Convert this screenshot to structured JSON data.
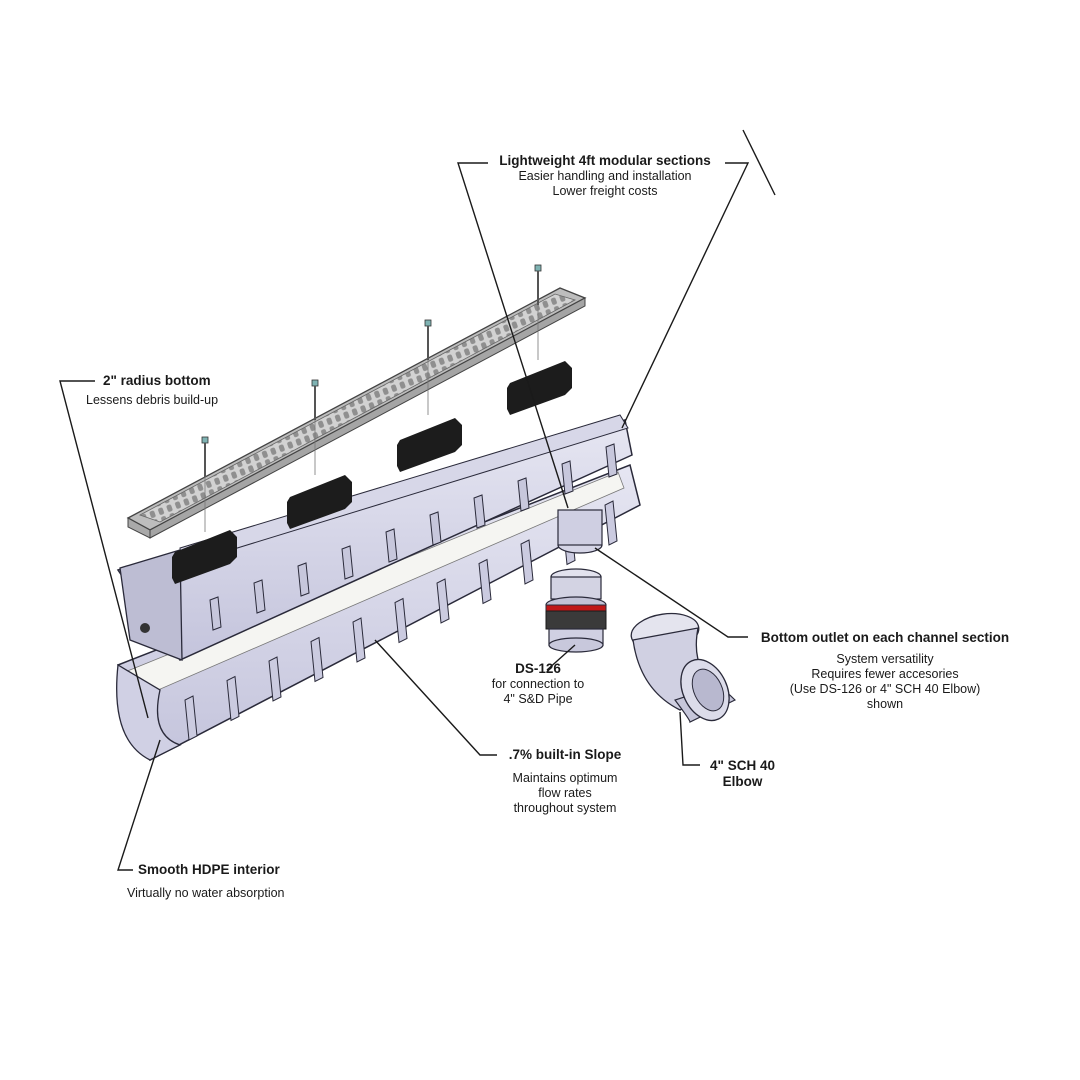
{
  "colors": {
    "channel_fill": "#d9d9ea",
    "channel_stroke": "#2a2a3a",
    "grate_fill": "#cfcfcf",
    "grate_slot": "#8f8f8f",
    "bracket": "#1c1c1c",
    "line": "#1a1a1a"
  },
  "icons": [
    "screw-icon",
    "bracket-icon",
    "grate-icon",
    "elbow-icon",
    "adapter-icon"
  ],
  "callouts": {
    "lightweight": {
      "title": "Lightweight 4ft modular sections",
      "lines": [
        "Easier handling and installation",
        "Lower freight costs"
      ]
    },
    "radius": {
      "title": "2\" radius bottom",
      "lines": [
        "Lessens debris build-up"
      ]
    },
    "outlet": {
      "title": "Bottom outlet on each channel section",
      "lines": [
        "System versatility",
        "Requires fewer accesories",
        "(Use DS-126 or 4\" SCH 40 Elbow)",
        "shown"
      ]
    },
    "ds126": {
      "title": "DS-126",
      "lines": [
        "for connection to",
        "4\" S&D Pipe"
      ]
    },
    "slope": {
      "title": ".7% built-in Slope",
      "lines": [
        "Maintains optimum",
        "flow rates",
        "throughout system"
      ]
    },
    "elbow": {
      "title_lines": [
        "4\" SCH 40",
        "Elbow"
      ]
    },
    "hdpe": {
      "title": "Smooth HDPE interior",
      "lines": [
        "Virtually no water absorption"
      ]
    }
  }
}
